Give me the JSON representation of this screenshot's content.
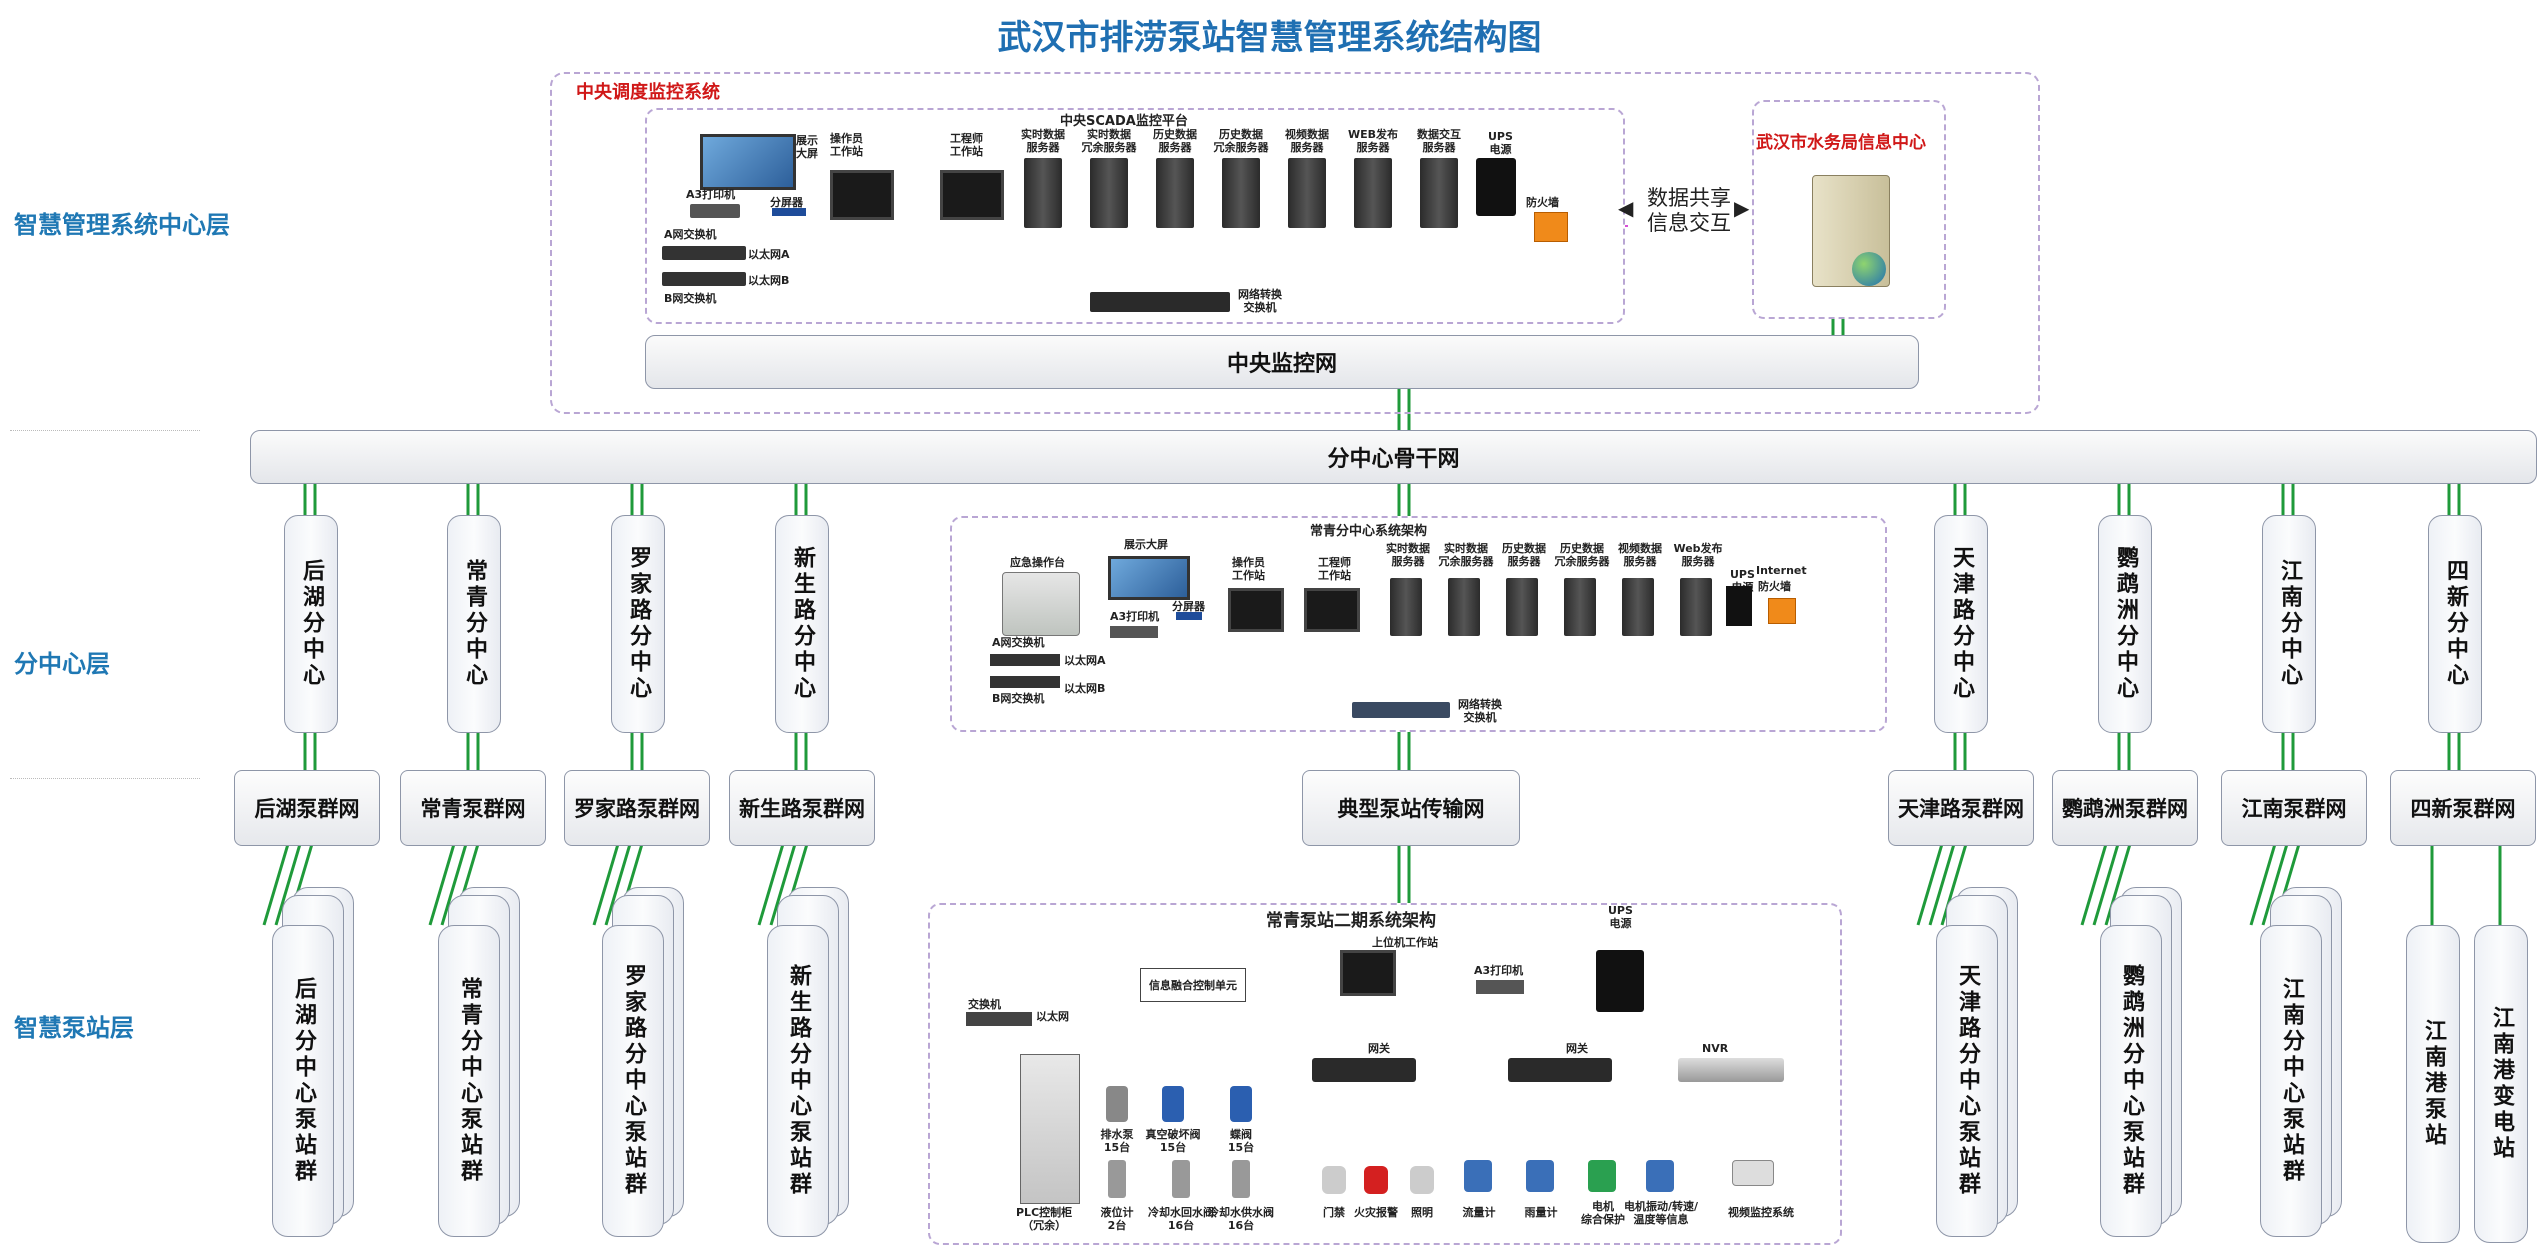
{
  "title": "武汉市排涝泵站智慧管理系统结构图",
  "layers": {
    "center": "智慧管理系统中心层",
    "branch": "分中心层",
    "station": "智慧泵站层"
  },
  "central": {
    "box_title": "中央调度监控系统",
    "scada_title": "中央SCADA监控平台",
    "display": "展示\n大屏",
    "operator": "操作员\n工作站",
    "engineer": "工程师\n工作站",
    "servers": [
      "实时数据\n服务器",
      "实时数据\n冗余服务器",
      "历史数据\n服务器",
      "历史数据\n冗余服务器",
      "视频数据\n服务器",
      "WEB发布\n服务器",
      "数据交互\n服务器"
    ],
    "ups": "UPS\n电源",
    "firewall": "防火墙",
    "printer": "A3打印机",
    "splitter": "分屏器",
    "switch_a": "A网交换机",
    "switch_b": "B网交换机",
    "eth_a": "以太网A",
    "eth_b": "以太网B",
    "net_switch": "网络转换\n交换机",
    "network": "中央监控网",
    "share_line1": "数据共享",
    "share_line2": "信息交互",
    "water_center": "武汉市水务局信息中心"
  },
  "backbone": "分中心骨干网",
  "branch_centers_left": [
    "后湖分中心",
    "常青分中心",
    "罗家路分中心",
    "新生路分中心"
  ],
  "branch_centers_right": [
    "天津路分中心",
    "鹦鹉洲分中心",
    "江南分中心",
    "四新分中心"
  ],
  "typical_center": {
    "title": "常青分中心系统架构",
    "console": "应急操作台",
    "display": "展示大屏",
    "operator": "操作员\n工作站",
    "engineer": "工程师\n工作站",
    "servers": [
      "实时数据\n服务器",
      "实时数据\n冗余服务器",
      "历史数据\n服务器",
      "历史数据\n冗余服务器",
      "视频数据\n服务器",
      "Web发布\n服务器"
    ],
    "ups": "UPS\n电源",
    "internet": "Internet",
    "firewall": "防火墙",
    "printer": "A3打印机",
    "splitter": "分屏器",
    "switch_a": "A网交换机",
    "switch_b": "B网交换机",
    "eth_a": "以太网A",
    "eth_b": "以太网B",
    "net_switch": "网络转换\n交换机"
  },
  "pump_networks_left": [
    "后湖泵群网",
    "常青泵群网",
    "罗家路泵群网",
    "新生路泵群网"
  ],
  "typical_network": "典型泵站传输网",
  "pump_networks_right": [
    "天津路泵群网",
    "鹦鹉洲泵群网",
    "江南泵群网",
    "四新泵群网"
  ],
  "station_groups_left": [
    "后湖分中心泵站群",
    "常青分中心泵站群",
    "罗家路分中心泵站群",
    "新生路分中心泵站群"
  ],
  "station_groups_right": [
    "天津路分中心泵站群",
    "鹦鹉洲分中心泵站群",
    "江南分中心泵站群"
  ],
  "single_stations": [
    "江南港泵站",
    "江南港变电站"
  ],
  "typical_station": {
    "title": "常青泵站二期系统架构",
    "switch": "交换机",
    "ethernet": "以太网",
    "fusion_unit": "信息融合控制单元",
    "host_ws": "上位机工作站",
    "printer": "A3打印机",
    "ups": "UPS\n电源",
    "gateway1": "网关",
    "gateway2": "网关",
    "nvr": "NVR",
    "plc": "PLC控制柜\n（冗余）",
    "devices_top": [
      "排水泵\n15台",
      "真空破坏阀\n15台",
      "蝶阀\n15台"
    ],
    "devices_bottom": [
      "液位计\n2台",
      "冷却水回水阀\n16台",
      "冷却水供水阀\n16台"
    ],
    "gw1_devices": [
      "门禁",
      "火灾报警",
      "照明"
    ],
    "gw2_devices": [
      "流量计",
      "雨量计",
      "电机\n综合保护",
      "电机振动/转速/\n温度等信息"
    ],
    "camera": "视频监控系统"
  }
}
